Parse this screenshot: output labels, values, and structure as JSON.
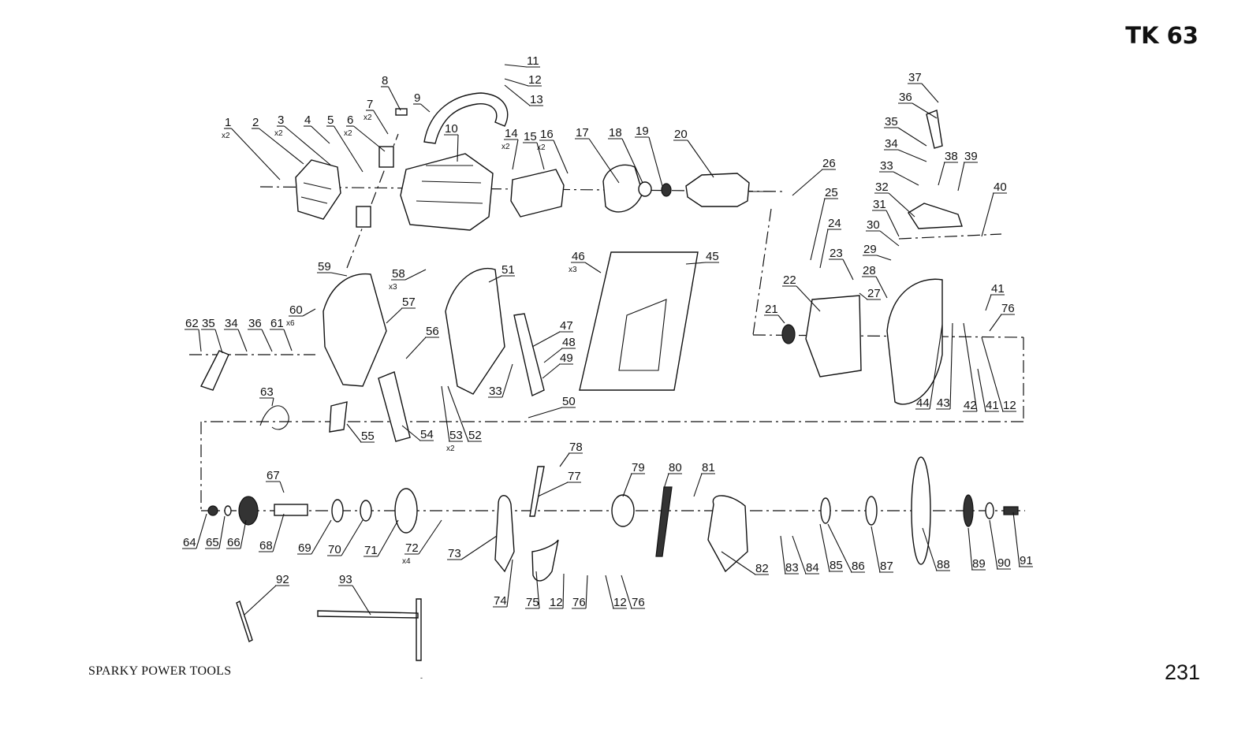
{
  "header": {
    "model": "TK 63"
  },
  "footer": {
    "brand": "SPARKY POWER TOOLS",
    "page_number": "231",
    "center_mark": "-"
  },
  "callouts": [
    {
      "num": "1",
      "qty": "x2"
    },
    {
      "num": "2"
    },
    {
      "num": "3",
      "qty": "x2"
    },
    {
      "num": "4"
    },
    {
      "num": "5"
    },
    {
      "num": "6",
      "qty": "x2"
    },
    {
      "num": "7",
      "qty": "x2"
    },
    {
      "num": "8"
    },
    {
      "num": "9"
    },
    {
      "num": "10"
    },
    {
      "num": "11"
    },
    {
      "num": "12"
    },
    {
      "num": "13"
    },
    {
      "num": "14",
      "qty": "x2"
    },
    {
      "num": "15"
    },
    {
      "num": "16",
      "qty": "x2"
    },
    {
      "num": "17"
    },
    {
      "num": "18"
    },
    {
      "num": "19"
    },
    {
      "num": "20"
    },
    {
      "num": "26"
    },
    {
      "num": "25"
    },
    {
      "num": "24"
    },
    {
      "num": "23"
    },
    {
      "num": "27"
    },
    {
      "num": "22"
    },
    {
      "num": "21"
    },
    {
      "num": "37"
    },
    {
      "num": "36"
    },
    {
      "num": "35"
    },
    {
      "num": "34"
    },
    {
      "num": "33"
    },
    {
      "num": "38"
    },
    {
      "num": "39"
    },
    {
      "num": "32"
    },
    {
      "num": "40"
    },
    {
      "num": "31"
    },
    {
      "num": "30"
    },
    {
      "num": "29"
    },
    {
      "num": "28"
    },
    {
      "num": "41"
    },
    {
      "num": "76"
    },
    {
      "num": "44"
    },
    {
      "num": "43"
    },
    {
      "num": "42"
    },
    {
      "num": "41"
    },
    {
      "num": "12"
    },
    {
      "num": "46",
      "qty": "x3"
    },
    {
      "num": "45"
    },
    {
      "num": "59"
    },
    {
      "num": "58",
      "qty": "x3"
    },
    {
      "num": "51"
    },
    {
      "num": "60",
      "qty": "x6"
    },
    {
      "num": "57"
    },
    {
      "num": "62"
    },
    {
      "num": "35"
    },
    {
      "num": "34"
    },
    {
      "num": "36"
    },
    {
      "num": "61"
    },
    {
      "num": "56"
    },
    {
      "num": "47"
    },
    {
      "num": "48"
    },
    {
      "num": "49"
    },
    {
      "num": "33"
    },
    {
      "num": "50"
    },
    {
      "num": "63"
    },
    {
      "num": "55"
    },
    {
      "num": "54"
    },
    {
      "num": "53",
      "qty": "x2"
    },
    {
      "num": "52"
    },
    {
      "num": "78"
    },
    {
      "num": "67"
    },
    {
      "num": "77"
    },
    {
      "num": "79"
    },
    {
      "num": "80"
    },
    {
      "num": "81"
    },
    {
      "num": "64"
    },
    {
      "num": "65"
    },
    {
      "num": "66"
    },
    {
      "num": "68"
    },
    {
      "num": "69"
    },
    {
      "num": "70"
    },
    {
      "num": "71"
    },
    {
      "num": "72",
      "qty": "x4"
    },
    {
      "num": "73"
    },
    {
      "num": "74"
    },
    {
      "num": "75"
    },
    {
      "num": "12"
    },
    {
      "num": "76"
    },
    {
      "num": "12"
    },
    {
      "num": "76"
    },
    {
      "num": "82"
    },
    {
      "num": "83"
    },
    {
      "num": "84"
    },
    {
      "num": "85"
    },
    {
      "num": "86"
    },
    {
      "num": "87"
    },
    {
      "num": "88"
    },
    {
      "num": "89"
    },
    {
      "num": "90"
    },
    {
      "num": "91"
    },
    {
      "num": "92"
    },
    {
      "num": "93"
    }
  ]
}
